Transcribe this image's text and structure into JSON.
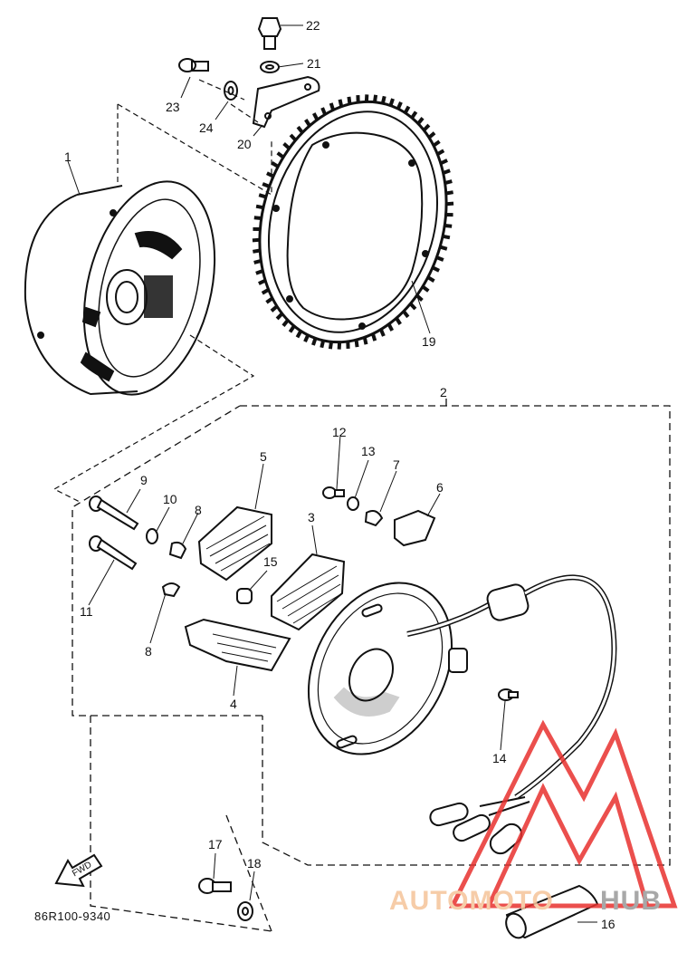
{
  "diagram": {
    "callouts": [
      {
        "id": "c1",
        "label": "1"
      },
      {
        "id": "c2",
        "label": "2"
      },
      {
        "id": "c3",
        "label": "3"
      },
      {
        "id": "c4",
        "label": "4"
      },
      {
        "id": "c5",
        "label": "5"
      },
      {
        "id": "c6",
        "label": "6"
      },
      {
        "id": "c7",
        "label": "7"
      },
      {
        "id": "c8a",
        "label": "8"
      },
      {
        "id": "c8b",
        "label": "8"
      },
      {
        "id": "c9",
        "label": "9"
      },
      {
        "id": "c10",
        "label": "10"
      },
      {
        "id": "c11",
        "label": "11"
      },
      {
        "id": "c12",
        "label": "12"
      },
      {
        "id": "c13",
        "label": "13"
      },
      {
        "id": "c14",
        "label": "14"
      },
      {
        "id": "c15",
        "label": "15"
      },
      {
        "id": "c16",
        "label": "16"
      },
      {
        "id": "c17",
        "label": "17"
      },
      {
        "id": "c18",
        "label": "18"
      },
      {
        "id": "c19",
        "label": "19"
      },
      {
        "id": "c20",
        "label": "20"
      },
      {
        "id": "c21",
        "label": "21"
      },
      {
        "id": "c22",
        "label": "22"
      },
      {
        "id": "c23",
        "label": "23"
      },
      {
        "id": "c24",
        "label": "24"
      }
    ],
    "part_code": "86R100-9340",
    "fwd_label": "FWD",
    "watermark": {
      "text_part1": "AUTOMOTO",
      "text_part2": "HUB",
      "color_part1": "#f5c49a",
      "color_part2": "#9a9a9a",
      "triangle_color": "#e8312f"
    }
  }
}
